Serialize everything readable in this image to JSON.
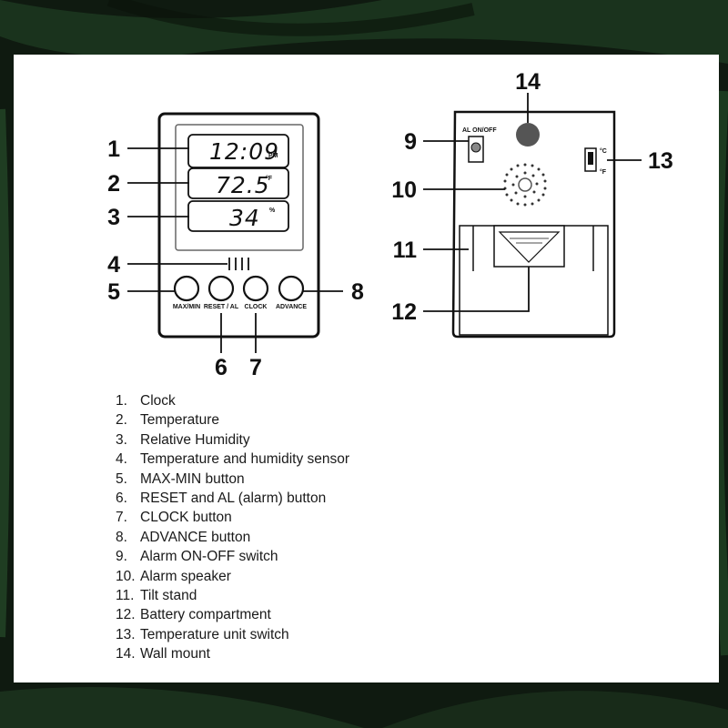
{
  "colors": {
    "background": "#0f1a10",
    "panel": "#ffffff",
    "ink": "#111111",
    "grey_dot": "#555555"
  },
  "display": {
    "clock": "12:09",
    "clock_suffix": "PM",
    "temperature": "72.5",
    "temperature_unit": "°F",
    "humidity": "34",
    "humidity_unit": "%"
  },
  "buttons": {
    "max_min": "MAX/MIN",
    "reset_al": "RESET / AL",
    "clock": "CLOCK",
    "advance": "ADVANCE"
  },
  "back": {
    "alarm_switch": "AL ON/OFF",
    "unit_c": "°C",
    "unit_f": "°F"
  },
  "callouts": [
    "1",
    "2",
    "3",
    "4",
    "5",
    "6",
    "7",
    "8",
    "9",
    "10",
    "11",
    "12",
    "13",
    "14"
  ],
  "legend": [
    {
      "num": "1.",
      "text": "Clock"
    },
    {
      "num": "2.",
      "text": "Temperature"
    },
    {
      "num": "3.",
      "text": "Relative Humidity"
    },
    {
      "num": "4.",
      "text": "Temperature and humidity sensor"
    },
    {
      "num": "5.",
      "text": "MAX-MIN button"
    },
    {
      "num": "6.",
      "text": "RESET and AL (alarm) button"
    },
    {
      "num": "7.",
      "text": "CLOCK button"
    },
    {
      "num": "8.",
      "text": "ADVANCE button"
    },
    {
      "num": "9.",
      "text": "Alarm ON-OFF switch"
    },
    {
      "num": "10.",
      "text": "Alarm speaker"
    },
    {
      "num": "11.",
      "text": "Tilt stand"
    },
    {
      "num": "12.",
      "text": "Battery compartment"
    },
    {
      "num": "13.",
      "text": "Temperature unit switch"
    },
    {
      "num": "14.",
      "text": "Wall mount"
    }
  ]
}
